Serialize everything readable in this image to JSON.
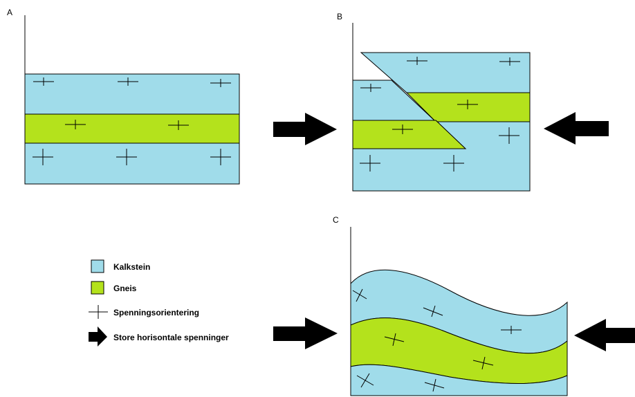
{
  "colors": {
    "limestone": "#a0dcea",
    "gneiss": "#b4e21c",
    "outline": "#000000",
    "arrow": "#000000"
  },
  "panels": {
    "a": {
      "label": "A"
    },
    "b": {
      "label": "B"
    },
    "c": {
      "label": "C"
    }
  },
  "legend": {
    "items": [
      {
        "icon": "limestone-swatch",
        "label": "Kalkstein"
      },
      {
        "icon": "gneiss-swatch",
        "label": "Gneis"
      },
      {
        "icon": "stress-orientation-cross",
        "label": "Spenningsorientering"
      },
      {
        "icon": "arrow-right",
        "label": "Store horisontale spenninger"
      }
    ]
  }
}
